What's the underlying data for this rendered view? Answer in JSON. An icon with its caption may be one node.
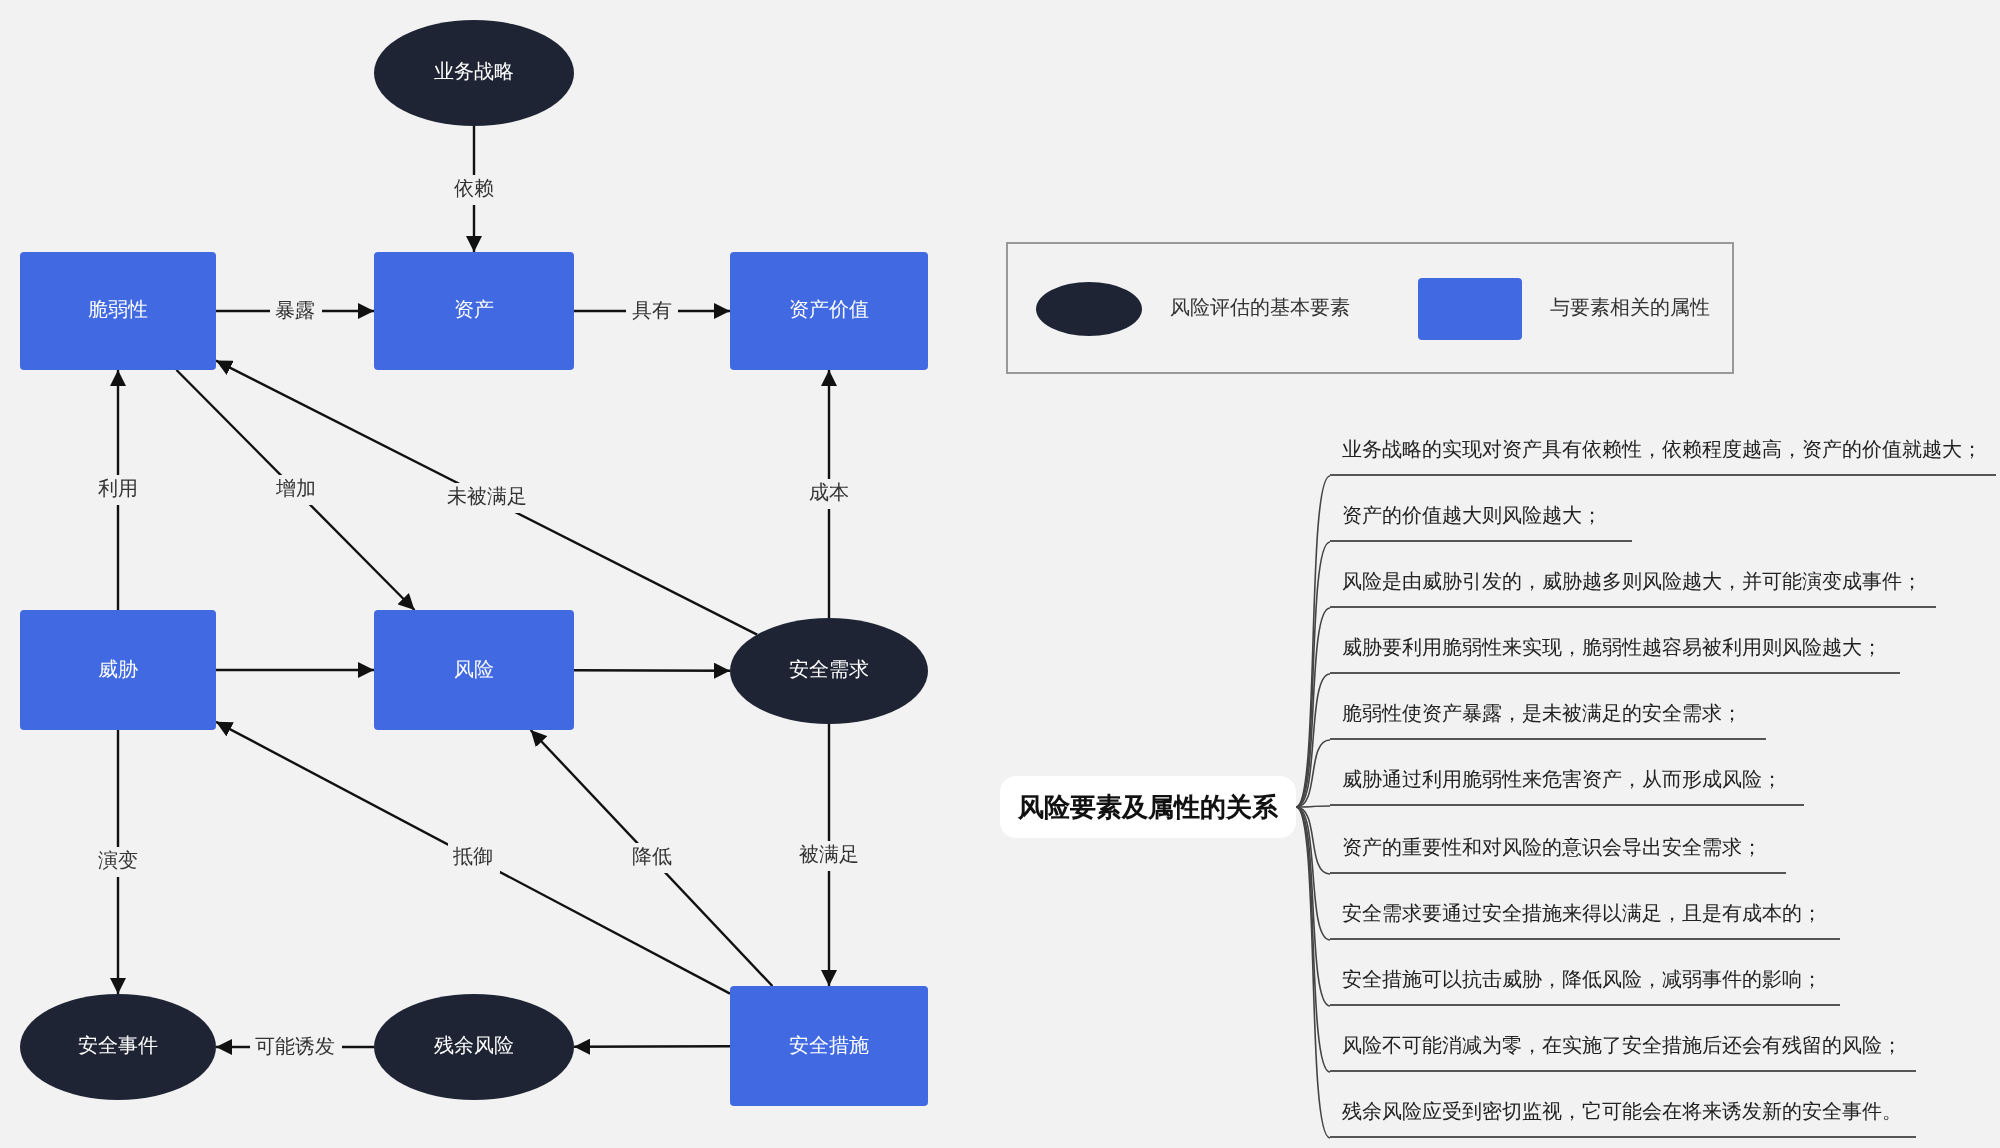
{
  "diagram": {
    "nodes": [
      {
        "text": [
          "业务战略"
        ]
      },
      {
        "text": [
          "脆弱性"
        ]
      },
      {
        "text": [
          "资产"
        ]
      },
      {
        "text": [
          "资产价值"
        ]
      },
      {
        "text": [
          "威胁"
        ]
      },
      {
        "text": [
          "风险"
        ]
      },
      {
        "text": [
          "安全需求"
        ]
      },
      {
        "text": [
          "安全事件"
        ]
      },
      {
        "text": [
          "残余风险"
        ]
      },
      {
        "text": [
          "安全措施"
        ]
      },
      {
        "text": [
          "风险要素及属性的关系"
        ]
      },
      {
        "text": [
          "业务战略的实现对资产具有依赖性，依赖程度越高，资产的价值就越大；"
        ]
      },
      {
        "text": [
          "资产的价值越大则风险越大；"
        ]
      },
      {
        "text": [
          "风险是由威胁引发的，威胁越多则风险越大，并可能演变成事件；"
        ]
      },
      {
        "text": [
          "威胁要利用脆弱性来实现，脆弱性越容易被利用则风险越大；"
        ]
      },
      {
        "text": [
          "脆弱性使资产暴露，是未被满足的安全需求；"
        ]
      },
      {
        "text": [
          "威胁通过利用脆弱性来危害资产，从而形成风险；"
        ]
      },
      {
        "text": [
          "资产的重要性和对风险的意识会导出安全需求；"
        ]
      },
      {
        "text": [
          "安全需求要通过安全措施来得以满足，且是有成本的；"
        ]
      },
      {
        "text": [
          "安全措施可以抗击威胁，降低风险，减弱事件的影响；"
        ]
      },
      {
        "text": [
          "风险不可能消减为零，在实施了安全措施后还会有残留的风险；"
        ]
      },
      {
        "text": [
          "残余风险应受到密切监视，它可能会在将来诱发新的安全事件。"
        ]
      }
    ],
    "edges": [
      {
        "from": 0,
        "to": 2,
        "arrow": "to",
        "label": "依赖"
      },
      {
        "from": 1,
        "to": 2,
        "arrow": "to",
        "label": "暴露"
      },
      {
        "from": 2,
        "to": 3,
        "arrow": "to",
        "label": "具有"
      },
      {
        "from": 4,
        "to": 1,
        "arrow": "to",
        "label": "利用"
      },
      {
        "from": 1,
        "to": 5,
        "arrow": "to",
        "label": "增加"
      },
      {
        "from": 6,
        "to": 1,
        "arrow": "to",
        "label": "未被满足"
      },
      {
        "from": 6,
        "to": 3,
        "arrow": "to",
        "label": "成本"
      },
      {
        "from": 4,
        "to": 5,
        "arrow": "to"
      },
      {
        "from": 5,
        "to": 6,
        "arrow": "to"
      },
      {
        "from": 4,
        "to": 7,
        "arrow": "to",
        "label": "演变"
      },
      {
        "from": 9,
        "to": 4,
        "arrow": "to",
        "label": "抵御"
      },
      {
        "from": 9,
        "to": 5,
        "arrow": "to",
        "label": "降低"
      },
      {
        "from": 6,
        "to": 9,
        "arrow": "to",
        "label": "被满足"
      },
      {
        "from": 9,
        "to": 8,
        "arrow": "to"
      },
      {
        "from": 8,
        "to": 7,
        "arrow": "to",
        "label": "可能诱发"
      },
      {
        "from": 10,
        "to": 11,
        "arrow": "none"
      },
      {
        "from": 10,
        "to": 12,
        "arrow": "none"
      },
      {
        "from": 10,
        "to": 13,
        "arrow": "none"
      },
      {
        "from": 10,
        "to": 14,
        "arrow": "none"
      },
      {
        "from": 10,
        "to": 15,
        "arrow": "none"
      },
      {
        "from": 10,
        "to": 16,
        "arrow": "none"
      },
      {
        "from": 10,
        "to": 17,
        "arrow": "none"
      },
      {
        "from": 10,
        "to": 18,
        "arrow": "none"
      },
      {
        "from": 10,
        "to": 19,
        "arrow": "none"
      },
      {
        "from": 10,
        "to": 20,
        "arrow": "none"
      },
      {
        "from": 10,
        "to": 21,
        "arrow": "none"
      }
    ],
    "legend": [
      {
        "text": "风险评估的基本要素",
        "color": "#1e2433"
      },
      {
        "text": "与要素相关的属性",
        "color": "#4169e1"
      }
    ]
  }
}
